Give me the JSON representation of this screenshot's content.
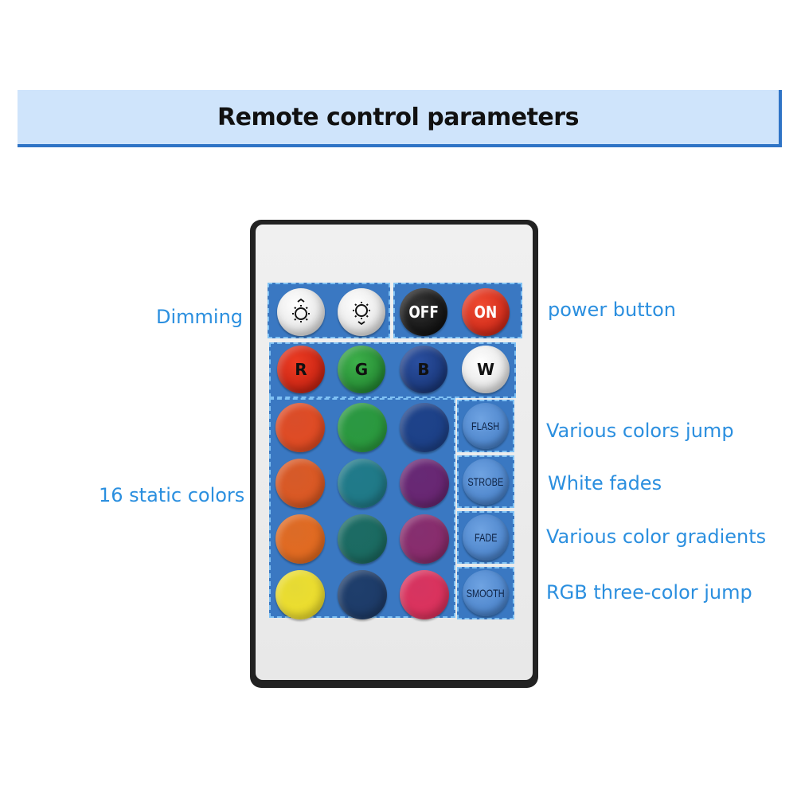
{
  "title": "Remote control parameters",
  "labels": {
    "dimming": "Dimming",
    "power": "power button",
    "static": "16 static colors",
    "flash": "Various colors jump",
    "strobe": "White fades",
    "fade": "Various color gradients",
    "smooth": "RGB three-color jump"
  },
  "buttons": {
    "off": "OFF",
    "on": "ON",
    "r": "R",
    "g": "G",
    "b": "B",
    "w": "W",
    "flash": "FLASH",
    "strobe": "STROBE",
    "fade": "FADE",
    "smooth": "SMOOTH"
  },
  "colors": {
    "accent_blue": "#2b8fdf",
    "group_blue": "#3a78c2",
    "banner_bg": "#cfe4fb",
    "banner_border": "#2f74c6",
    "static_grid": [
      [
        "#e54a1f",
        "#2a9a3a",
        "#1c3f86"
      ],
      [
        "#e0581f",
        "#1f7a86",
        "#6a2470"
      ],
      [
        "#e76a1c",
        "#1a6a5e",
        "#8b2a6a"
      ],
      [
        "#f2e12a",
        "#1d3a66",
        "#e0305a"
      ]
    ]
  }
}
